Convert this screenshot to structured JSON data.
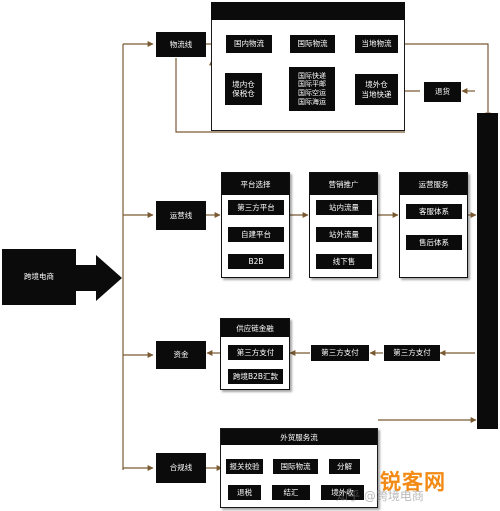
{
  "root": {
    "label": "跨境电商"
  },
  "branches": {
    "logistics": "物流线",
    "operations": "运营线",
    "funds": "资金",
    "compliance": "合规线"
  },
  "logistics": {
    "flow_top": [
      "国内物流",
      "国际物流",
      "当地物流"
    ],
    "domestic_warehouse": [
      "境内仓",
      "保税仓"
    ],
    "intl_modes": [
      "国际快递",
      "国际平邮",
      "国际空运",
      "国际海运"
    ],
    "overseas_warehouse": [
      "境外仓",
      "当地快递"
    ],
    "returns": "退货"
  },
  "operations": {
    "platform": {
      "title": "平台选择",
      "items": [
        "第三方平台",
        "自建平台",
        "B2B"
      ]
    },
    "marketing": {
      "title": "营销推广",
      "items": [
        "站内流量",
        "站外流量",
        "线下售"
      ]
    },
    "service": {
      "title": "运营服务",
      "items": [
        "客服体系",
        "售后体系"
      ]
    }
  },
  "funds": {
    "panel": {
      "title": "供应链金融",
      "items": [
        "第三方支付",
        "跨境B2B汇款"
      ]
    },
    "pay_mid": "第三方支付",
    "pay_right": "第三方支付"
  },
  "compliance": {
    "title": "外贸服务流",
    "row1": [
      "报关校验",
      "国际物流",
      "分解"
    ],
    "row2": [
      "退税",
      "结汇",
      "境外收"
    ]
  },
  "watermark": {
    "brand": "锐客网",
    "overlay": "知乎 @跨境电商"
  }
}
